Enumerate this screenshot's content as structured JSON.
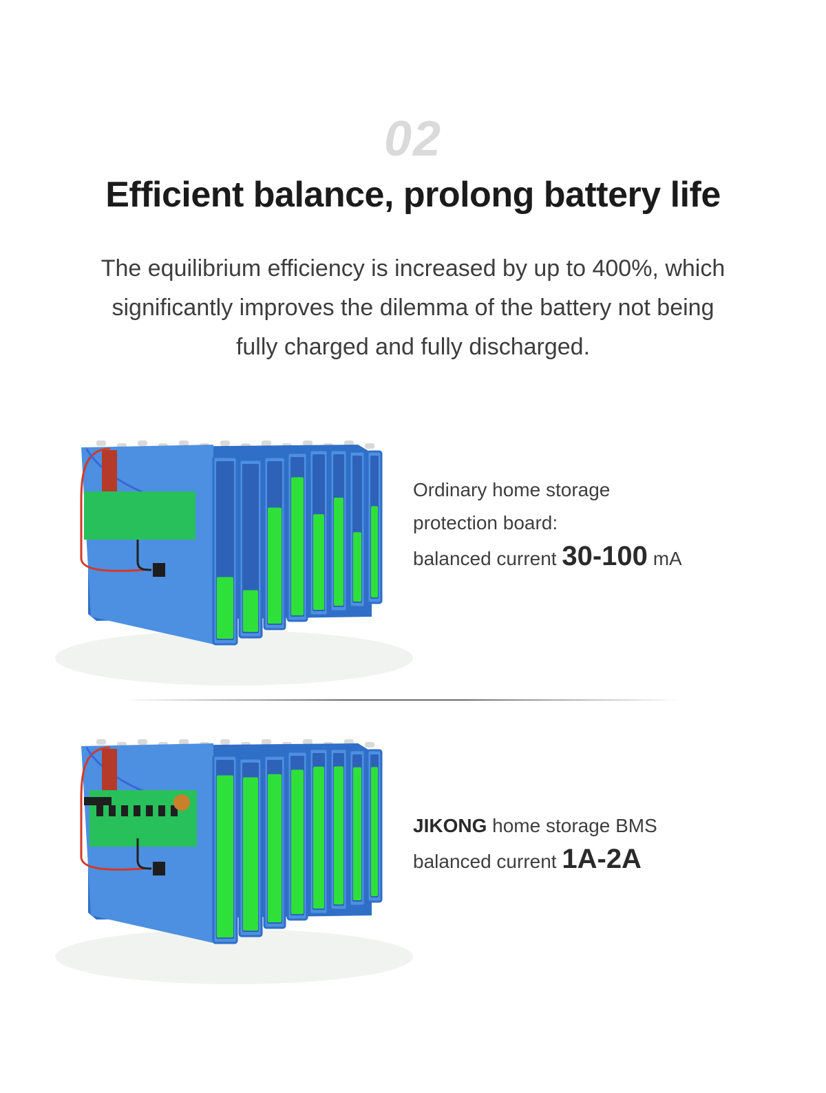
{
  "section": {
    "number": "02",
    "title": "Efficient balance, prolong battery life",
    "intro_lines": [
      "The equilibrium efficiency is increased by up to 400%, which",
      "significantly improves the dilemma of the battery not being",
      "fully charged and fully discharged."
    ]
  },
  "comparison": [
    {
      "label_lines": [
        "Ordinary home storage",
        "protection board:"
      ],
      "current_prefix": "balanced current",
      "current_value": "30-100",
      "current_unit": "mA",
      "cell_charge_levels": [
        0.35,
        0.25,
        0.72,
        0.88,
        0.62,
        0.72,
        0.48,
        0.65
      ],
      "board": "plain"
    },
    {
      "brand": "JIKONG",
      "label_rest": "home storage BMS",
      "current_prefix": "balanced current",
      "current_value": "1A-2A",
      "cell_charge_levels": [
        0.92,
        0.92,
        0.92,
        0.92,
        0.92,
        0.92,
        0.92,
        0.92
      ],
      "board": "bms"
    }
  ],
  "colors": {
    "cell_blue": "#4d8fe0",
    "cell_blue_dark": "#2f6fc7",
    "charge_green": "#2fe03a",
    "board_green": "#27c05a",
    "wire_red": "#d43a2a",
    "wire_blue": "#3a66d8"
  }
}
